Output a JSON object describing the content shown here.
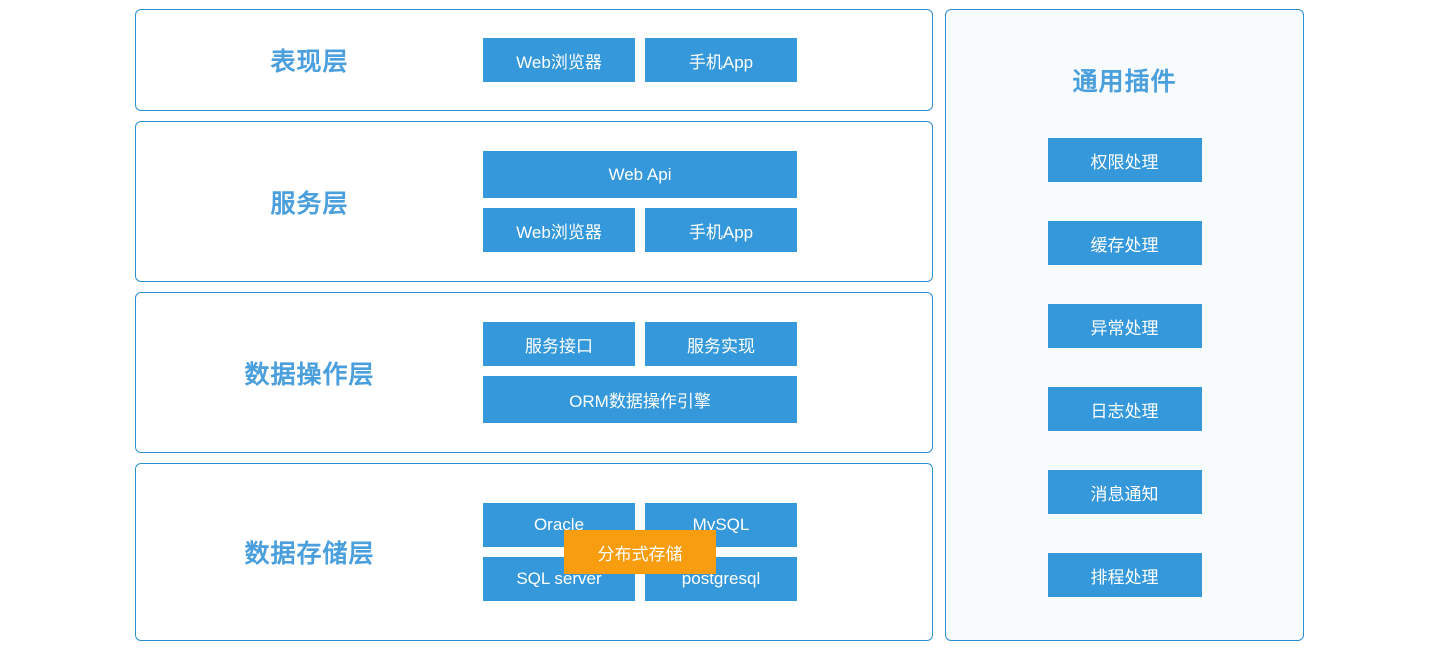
{
  "colors": {
    "box_blue": "#3498db",
    "panel_border": "#2e8fd0",
    "title_blue": "#4a9fdc",
    "highlight_orange": "#f89c10",
    "plugin_panel_bg": "#f8fbfe",
    "layer_panel_bg": "#ffffff",
    "box_text": "#ffffff",
    "page_bg": "#ffffff"
  },
  "layers": [
    {
      "title": "表现层",
      "rows": [
        {
          "boxes": [
            {
              "label": "Web浏览器",
              "size": "half"
            },
            {
              "label": "手机App",
              "size": "half"
            }
          ]
        }
      ],
      "overlay": null
    },
    {
      "title": "服务层",
      "rows": [
        {
          "boxes": [
            {
              "label": "Web Api",
              "size": "full"
            }
          ]
        },
        {
          "boxes": [
            {
              "label": "Web浏览器",
              "size": "half"
            },
            {
              "label": "手机App",
              "size": "half"
            }
          ]
        }
      ],
      "overlay": null
    },
    {
      "title": "数据操作层",
      "rows": [
        {
          "boxes": [
            {
              "label": "服务接口",
              "size": "half"
            },
            {
              "label": "服务实现",
              "size": "half"
            }
          ]
        },
        {
          "boxes": [
            {
              "label": "ORM数据操作引擎",
              "size": "full"
            }
          ]
        }
      ],
      "overlay": null
    },
    {
      "title": "数据存储层",
      "rows": [
        {
          "boxes": [
            {
              "label": "Oracle",
              "size": "half"
            },
            {
              "label": "MySQL",
              "size": "half"
            }
          ]
        },
        {
          "boxes": [
            {
              "label": "SQL server",
              "size": "half"
            },
            {
              "label": "postgresql",
              "size": "half"
            }
          ]
        }
      ],
      "overlay": {
        "label": "分布式存储"
      }
    }
  ],
  "plugin_panel": {
    "title": "通用插件",
    "items": [
      {
        "label": "权限处理"
      },
      {
        "label": "缓存处理"
      },
      {
        "label": "异常处理"
      },
      {
        "label": "日志处理"
      },
      {
        "label": "消息通知"
      },
      {
        "label": "排程处理"
      }
    ]
  }
}
